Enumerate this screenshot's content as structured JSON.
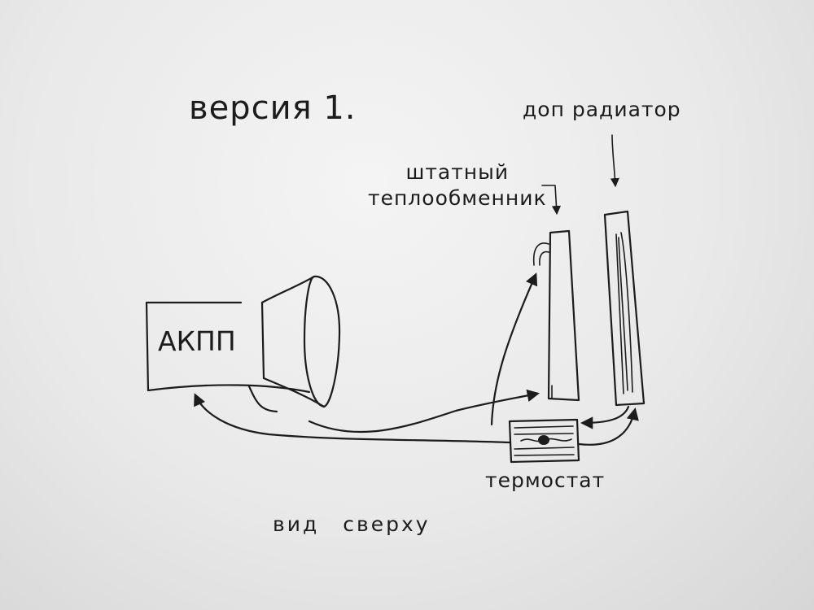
{
  "sketch": {
    "title": "версия 1.",
    "labels": {
      "stock_heat_exchanger": [
        "штатный",
        "теплообменник"
      ],
      "extra_radiator": "доп радиатор",
      "transmission": "АКПП",
      "thermostat": "термостат",
      "view": "вид сверху"
    },
    "ink_color": "#1c1c1c",
    "paper_color": "#ececec"
  }
}
